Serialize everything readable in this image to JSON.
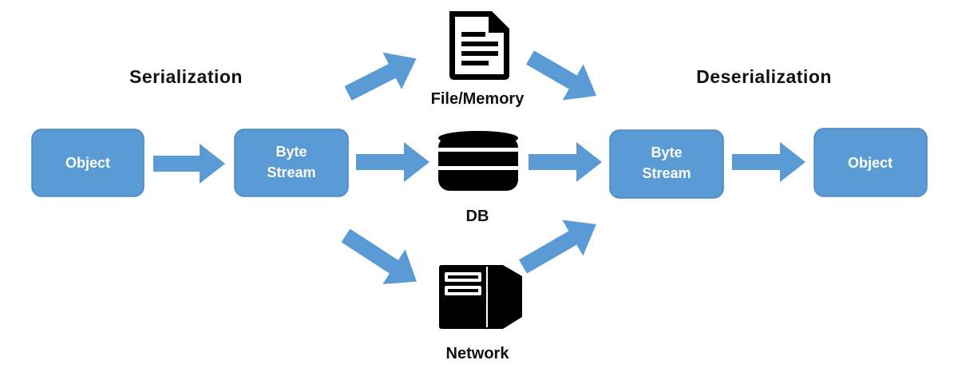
{
  "titles": {
    "serialization": "Serialization",
    "deserialization": "Deserialization"
  },
  "boxes": {
    "source_object": "Object",
    "byte_stream_in_line1": "Byte",
    "byte_stream_in_line2": "Stream",
    "byte_stream_out_line1": "Byte",
    "byte_stream_out_line2": "Stream",
    "target_object": "Object"
  },
  "storage": {
    "file_memory": "File/Memory",
    "db": "DB",
    "network": "Network"
  },
  "icons": {
    "file_memory": "document-icon",
    "db": "database-icon",
    "network": "server-icon"
  },
  "colors": {
    "box_fill": "#5B9BD5",
    "box_stroke": "#4A87C0",
    "arrow_fill": "#5B9BD5",
    "icon_fill": "#000000",
    "text_dark": "#111111",
    "text_light": "#ffffff"
  }
}
